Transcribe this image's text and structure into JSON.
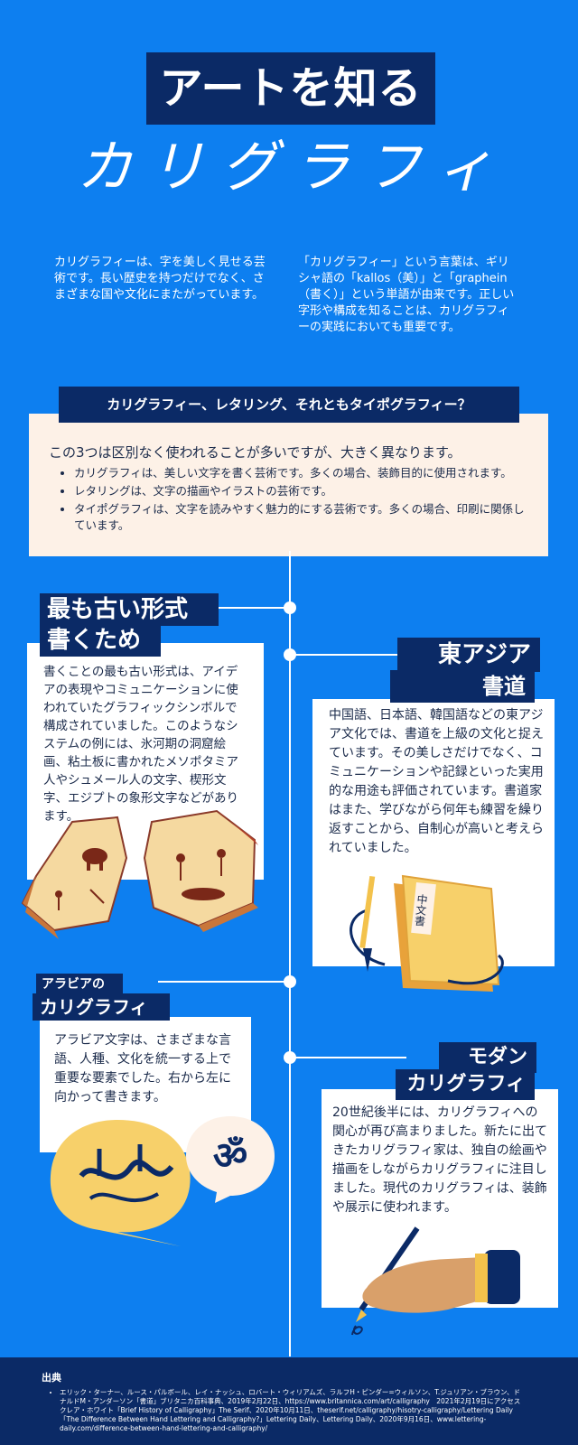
{
  "title": "アートを知る",
  "subtitle": "カリグラフィ",
  "intro": {
    "left": "カリグラフィーは、字を美しく見せる芸術です。長い歴史を持つだけでなく、さまざまな国や文化にまたがっています。",
    "right": "「カリグラフィー」という言葉は、ギリシャ語の「kallos（美）」と「graphein（書く）」という単語が由来です。正しい字形や構成を知ることは、カリグラフィーの実践においても重要です。"
  },
  "compare": {
    "heading": "カリグラフィー、レタリング、それともタイポグラフィー？",
    "lead": "この3つは区別なく使われることが多いですが、大きく異なります。",
    "items": [
      "カリグラフィは、美しい文字を書く芸術です。多くの場合、装飾目的に使用されます。",
      "レタリングは、文字の描画やイラストの芸術です。",
      "タイポグラフィは、文字を読みやすく魅力的にする芸術です。多くの場合、印刷に関係しています。"
    ]
  },
  "sections": {
    "oldest": {
      "title_line1": "最も古い形式",
      "title_line2": "書くため",
      "body": "書くことの最も古い形式は、アイデアの表現やコミュニケーションに使われていたグラフィックシンボルで構成されていました。このようなシステムの例には、氷河期の洞窟絵画、粘土板に書かれたメソポタミア人やシュメール人の文字、楔形文字、エジプトの象形文字などがあります。"
    },
    "east_asia": {
      "title_line1": "東アジア",
      "title_line2": "書道",
      "body": "中国語、日本語、韓国語などの東アジア文化では、書道を上級の文化と捉えています。その美しさだけでなく、コミュニケーションや記録といった実用的な用途も評価されています。書道家はまた、学びながら何年も練習を繰り返すことから、自制心が高いと考えられていました。",
      "book_label": "中文書"
    },
    "arabic": {
      "title_line1": "アラビアの",
      "title_line2": "カリグラフィ",
      "body": "アラビア文字は、さまざまな言語、人種、文化を統一する上で重要な要素でした。右から左に向かって書きます。",
      "om_symbol": "ॐ"
    },
    "modern": {
      "title_line1": "モダン",
      "title_line2": "カリグラフィ",
      "body": "20世紀後半には、カリグラフィへの関心が再び高まりました。新たに出てきたカリグラフィ家は、独自の絵画や描画をしながらカリグラフィに注目しました。現代のカリグラフィは、装飾や展示に使われます。"
    }
  },
  "footer": {
    "heading": "出典",
    "sources": "エリック・ターナー、ルース・パルボール、レイ・ナッシュ、ロバート・ウィリアムズ、ラルフH・ピンダー=ウィルソン、T.ジュリアン・ブラウン、ドナルドM・アンダーソン「書道」ブリタニカ百科事典、2019年2月22日、https://www.britannica.com/art/calligraphy　2021年2月19日にアクセスクレア・ホワイト「Brief History of Calligraphy」The Serif、2020年10月11日、theserif.net/calligraphy/hisotry-calligraphy/Lettering Daily「The Difference Between Hand Lettering and Calligraphy?」Lettering Daily、Lettering Daily、2020年9月16日、www.lettering-daily.com/difference-between-hand-lettering-and-calligraphy/"
  }
}
